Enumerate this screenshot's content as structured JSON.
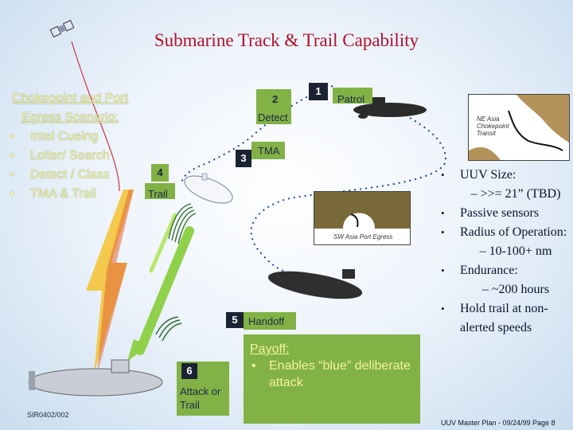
{
  "title": "Submarine Track & Trail Capability",
  "scenario": {
    "heading": "Chokepoint and Port Egress Scenario:",
    "items": [
      "Intel Cueing",
      "Loiter/ Search",
      "Detect / Class",
      "TMA & Trail"
    ]
  },
  "steps": {
    "s1": {
      "num": "1",
      "label": "Patrol"
    },
    "s2": {
      "num": "2",
      "label": "Detect"
    },
    "s3": {
      "num": "3",
      "label": "TMA"
    },
    "s4": {
      "num": "4",
      "label": "Trail"
    },
    "s5": {
      "num": "5",
      "label": "Handoff"
    },
    "s6": {
      "num": "6",
      "label": "Attack or Trail"
    }
  },
  "insets": {
    "ne_asia": "NE Asia Chokepoint Transit",
    "sw_asia": "SW Asia Port Egress"
  },
  "payoff": {
    "heading": "Payoff:",
    "bullet": "Enables “blue” deliberate attack"
  },
  "uuv_specs": {
    "size": "UUV Size:",
    "size_sub": "– >>= 21” (TBD)",
    "passive": "Passive sensors",
    "radius": "Radius of Operation:",
    "radius_sub": "– 10-100+ nm",
    "endurance": "Endurance:",
    "endurance_sub": "– ~200 hours",
    "hold": "Hold trail at non-alerted speeds"
  },
  "footer": "UUV Master Plan - 09/24/99 Page 8",
  "source_note": "SIR0402/002",
  "colors": {
    "title": "#b0102a",
    "green_box": "#82b246",
    "text_yellow": "#f6f2a0"
  }
}
